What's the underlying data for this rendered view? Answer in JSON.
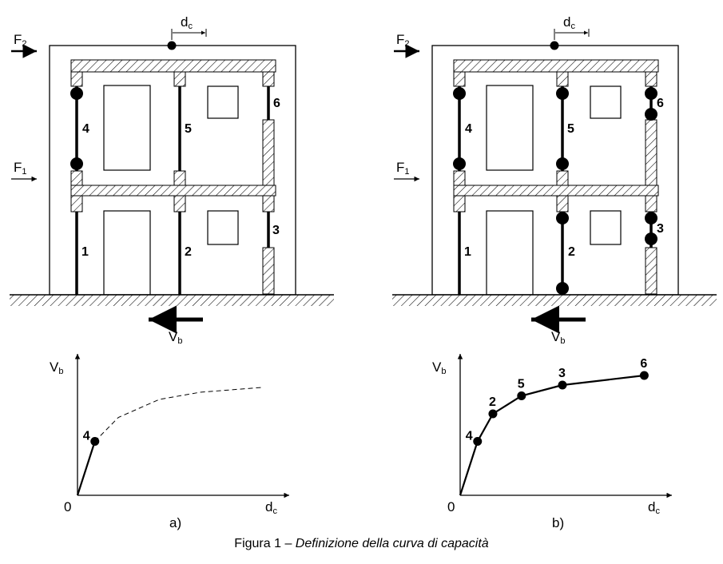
{
  "frames": [
    {
      "id": "a",
      "force_top": "F",
      "force_top_sub": "2",
      "force_mid": "F",
      "force_mid_sub": "1",
      "disp": "d",
      "disp_sub": "c",
      "base_shear": "V",
      "base_shear_sub": "b",
      "element_labels": [
        "1",
        "2",
        "3",
        "4",
        "5",
        "6"
      ],
      "hinges": [
        "4"
      ]
    },
    {
      "id": "b",
      "force_top": "F",
      "force_top_sub": "2",
      "force_mid": "F",
      "force_mid_sub": "1",
      "disp": "d",
      "disp_sub": "c",
      "base_shear": "V",
      "base_shear_sub": "b",
      "element_labels": [
        "1",
        "2",
        "3",
        "4",
        "5",
        "6"
      ],
      "hinges": [
        "4",
        "2",
        "5",
        "3",
        "6"
      ]
    }
  ],
  "chart_data": [
    {
      "type": "line",
      "panel_label": "a)",
      "ylabel": "V",
      "ylabel_sub": "b",
      "xlabel": "d",
      "xlabel_sub": "c",
      "origin_label": "0",
      "points": [
        {
          "label": "",
          "x": 0,
          "y": 0
        },
        {
          "label": "4",
          "x": 0.085,
          "y": 0.45
        }
      ],
      "dashed_continuation": [
        {
          "x": 0.085,
          "y": 0.45
        },
        {
          "x": 0.2,
          "y": 0.65
        },
        {
          "x": 0.4,
          "y": 0.8
        },
        {
          "x": 0.6,
          "y": 0.86
        },
        {
          "x": 0.9,
          "y": 0.9
        }
      ],
      "xlim": [
        0,
        1
      ],
      "ylim": [
        0,
        1.2
      ]
    },
    {
      "type": "line",
      "panel_label": "b)",
      "ylabel": "V",
      "ylabel_sub": "b",
      "xlabel": "d",
      "xlabel_sub": "c",
      "origin_label": "0",
      "points": [
        {
          "label": "",
          "x": 0,
          "y": 0
        },
        {
          "label": "4",
          "x": 0.085,
          "y": 0.45
        },
        {
          "label": "2",
          "x": 0.16,
          "y": 0.68
        },
        {
          "label": "5",
          "x": 0.3,
          "y": 0.83
        },
        {
          "label": "3",
          "x": 0.5,
          "y": 0.92
        },
        {
          "label": "6",
          "x": 0.9,
          "y": 1.0
        }
      ],
      "xlim": [
        0,
        1
      ],
      "ylim": [
        0,
        1.2
      ]
    }
  ],
  "caption": {
    "prefix": "Figura 1 – ",
    "title": "Definizione della curva di capacità"
  }
}
